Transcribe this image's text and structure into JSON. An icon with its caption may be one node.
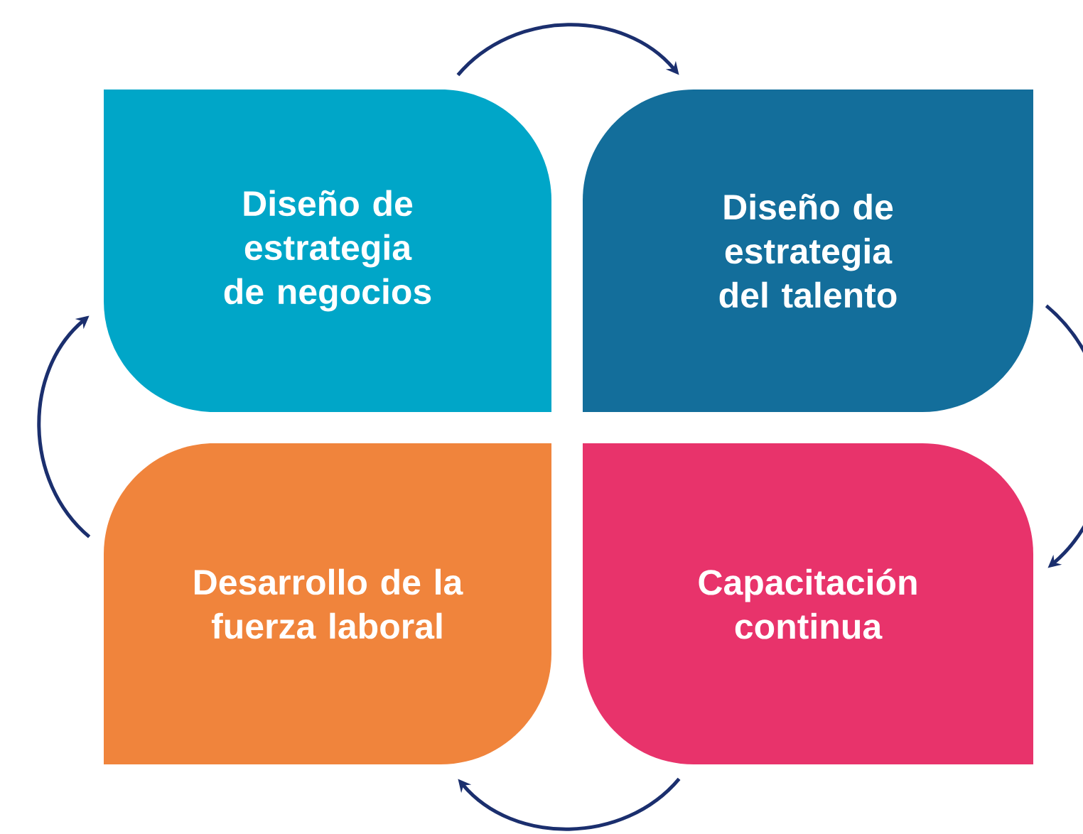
{
  "diagram": {
    "nodes": [
      {
        "text": [
          "Diseño de estrategia de negocios"
        ]
      },
      {
        "text": [
          "Diseño de estrategia del talento"
        ]
      },
      {
        "text": [
          "Desarrollo de la fuerza laboral"
        ]
      },
      {
        "text": [
          "Capacitación continua"
        ]
      }
    ],
    "edges": [
      {
        "from": 0,
        "to": 1,
        "arrow": "to"
      },
      {
        "from": 1,
        "to": 3,
        "arrow": "to"
      },
      {
        "from": 3,
        "to": 2,
        "arrow": "to"
      },
      {
        "from": 2,
        "to": 0,
        "arrow": "to"
      }
    ]
  }
}
